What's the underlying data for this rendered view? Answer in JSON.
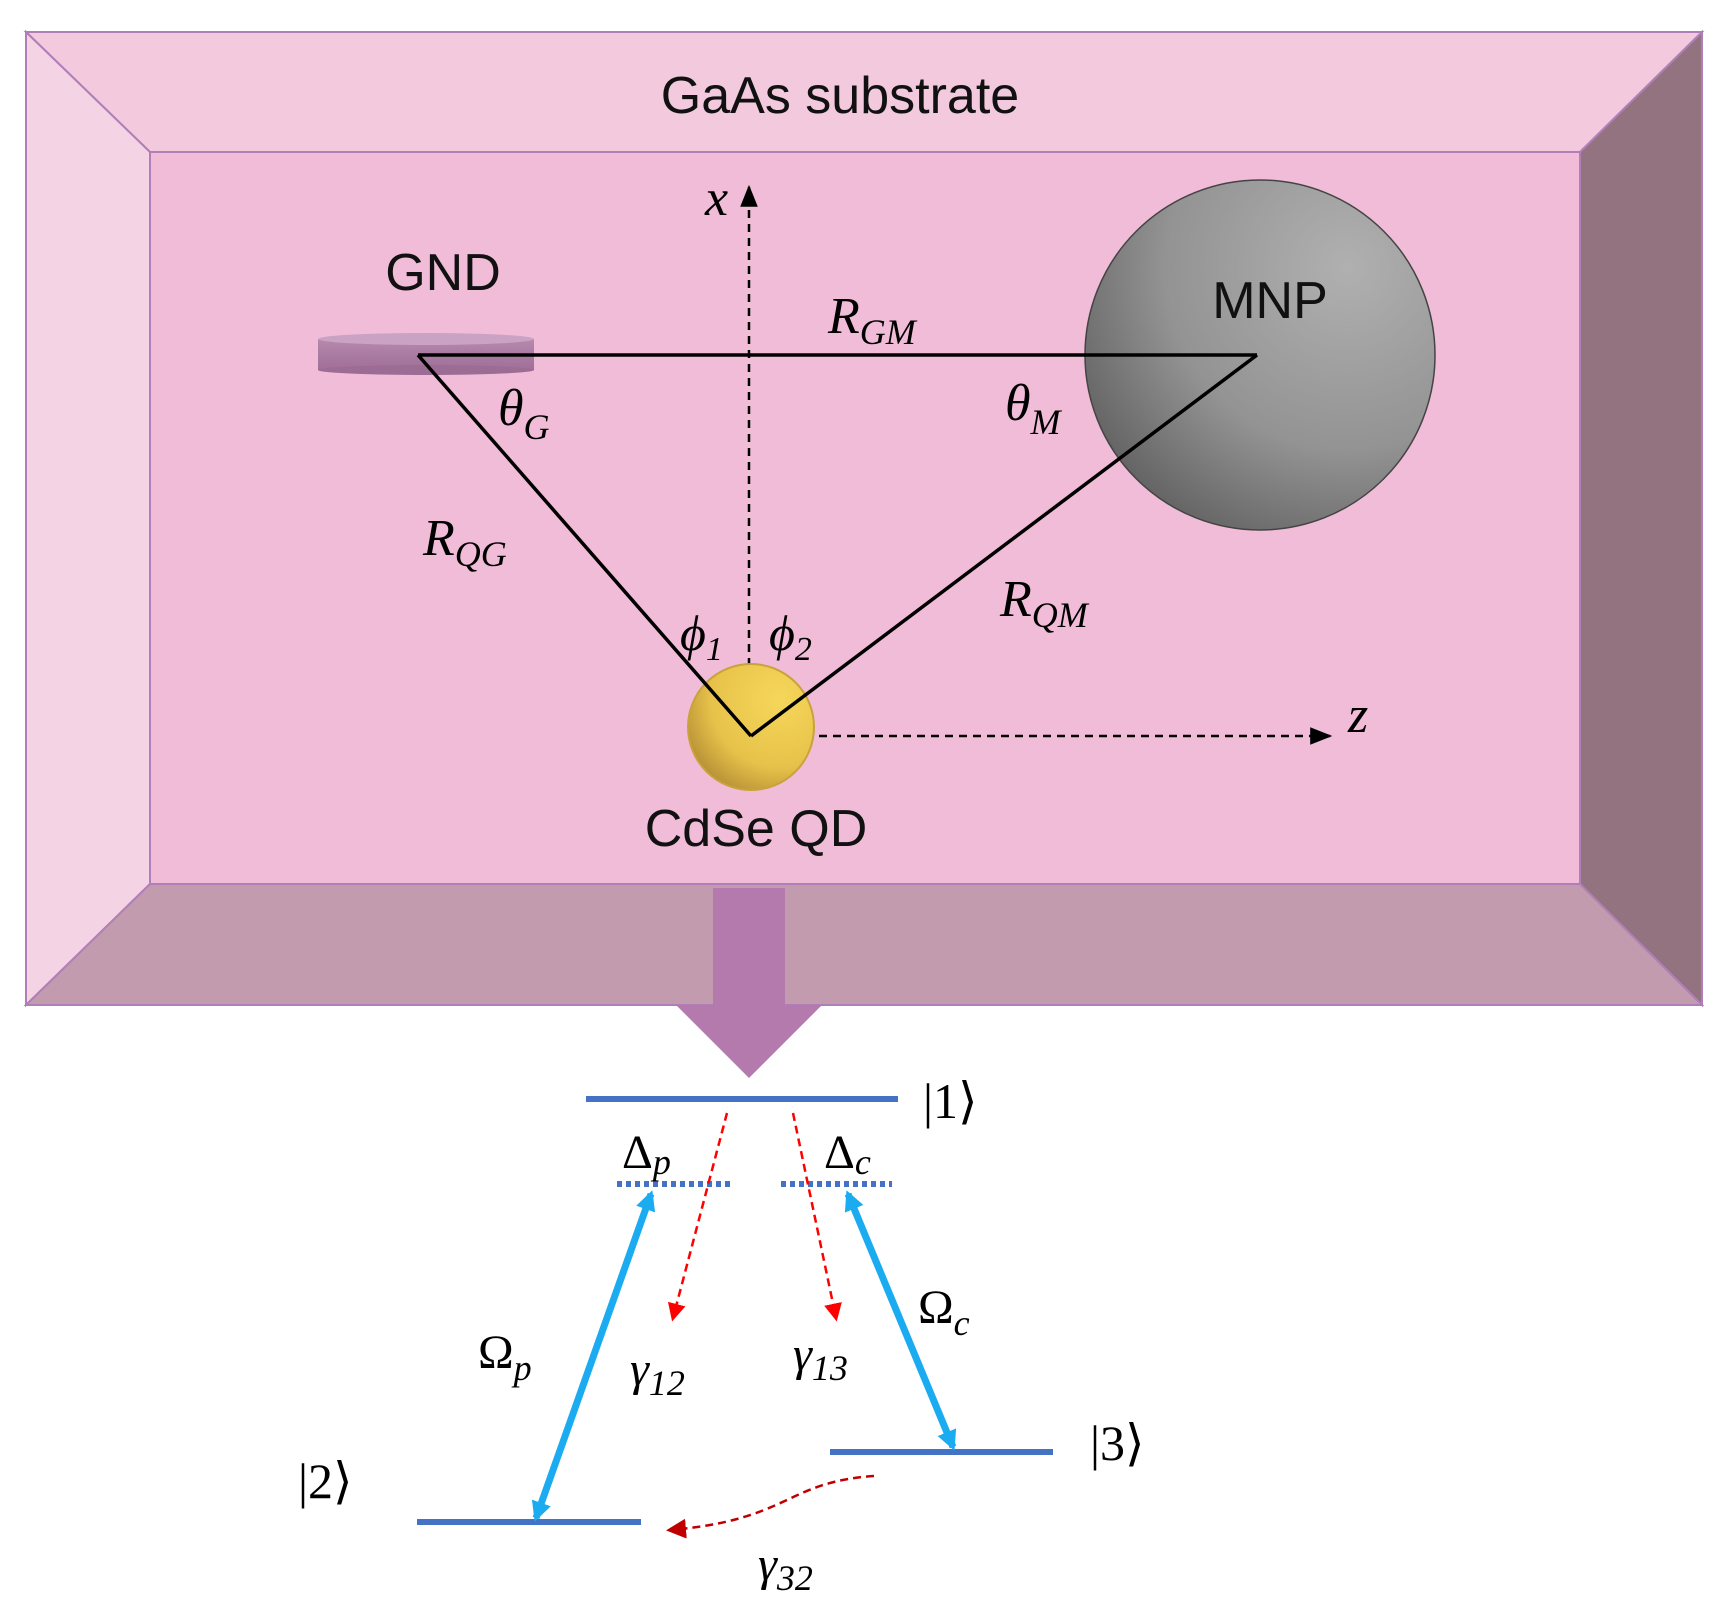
{
  "labels": {
    "substrate": "GaAs substrate",
    "gnd": "GND",
    "mnp": "MNP",
    "qd": "CdSe QD"
  },
  "axes": {
    "x": "x",
    "z": "z"
  },
  "distances": {
    "r_gm": {
      "base": "R",
      "sub": "GM"
    },
    "r_qg": {
      "base": "R",
      "sub": "QG"
    },
    "r_qm": {
      "base": "R",
      "sub": "QM"
    }
  },
  "angles": {
    "theta_g": {
      "base": "θ",
      "sub": "G"
    },
    "theta_m": {
      "base": "θ",
      "sub": "M"
    },
    "phi_1": {
      "base": "ϕ",
      "sub": "1"
    },
    "phi_2": {
      "base": "ϕ",
      "sub": "2"
    }
  },
  "levels": {
    "state_1": "|1⟩",
    "state_2": "|2⟩",
    "state_3": "|3⟩"
  },
  "detunings": {
    "delta_p": {
      "base": "Δ",
      "sub": "p"
    },
    "delta_c": {
      "base": "Δ",
      "sub": "c"
    }
  },
  "rabi": {
    "omega_p": {
      "base": "Ω",
      "sub": "p"
    },
    "omega_c": {
      "base": "Ω",
      "sub": "c"
    }
  },
  "decay": {
    "gamma_12": {
      "base": "γ",
      "sub": "12"
    },
    "gamma_13": {
      "base": "γ",
      "sub": "13"
    },
    "gamma_32": {
      "base": "γ",
      "sub": "32"
    }
  },
  "colors": {
    "substrate_face": "#f0bcd8",
    "substrate_top": "#f2c9dd",
    "substrate_left": "#f4d3e4",
    "substrate_bottom": "#c29bae",
    "substrate_right": "#93737f",
    "substrate_edge": "#b07fb7",
    "arrow_purple": "#b57aad",
    "level_line": "#4472c4",
    "rabi_arrow": "#1aabf0",
    "decay_arrow": "#ff0000",
    "decay_32": "#c00000",
    "qd_gold": "#f0cc4a",
    "mnp_gray": "#9a9a9a"
  }
}
